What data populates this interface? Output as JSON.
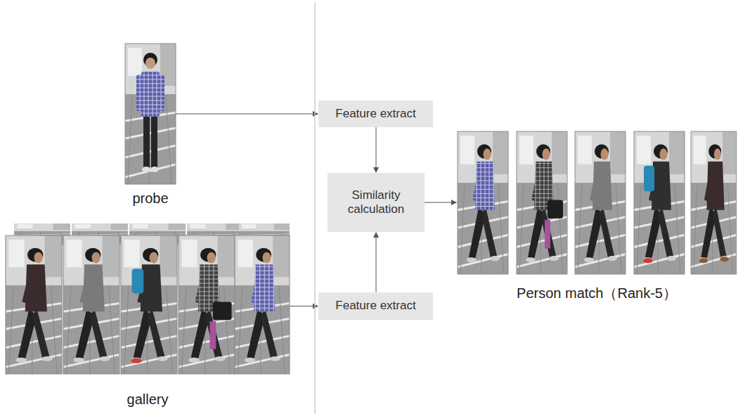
{
  "diagram": {
    "nodes": [
      {
        "text": [
          "probe"
        ]
      },
      {
        "text": [
          "Feature extract"
        ]
      },
      {
        "text": [
          "Similarity calculation"
        ]
      },
      {
        "text": [
          "Person match（Rank-5）"
        ]
      },
      {
        "text": [
          "gallery"
        ]
      },
      {
        "text": [
          "Feature extract"
        ]
      }
    ],
    "edges": [
      {
        "from": 0,
        "to": 1,
        "arrow": "to"
      },
      {
        "from": 1,
        "to": 2,
        "arrow": "to"
      },
      {
        "from": 2,
        "to": 3,
        "arrow": "to"
      },
      {
        "from": 4,
        "to": 5,
        "arrow": "to"
      },
      {
        "from": 5,
        "to": 2,
        "arrow": "to"
      }
    ]
  }
}
